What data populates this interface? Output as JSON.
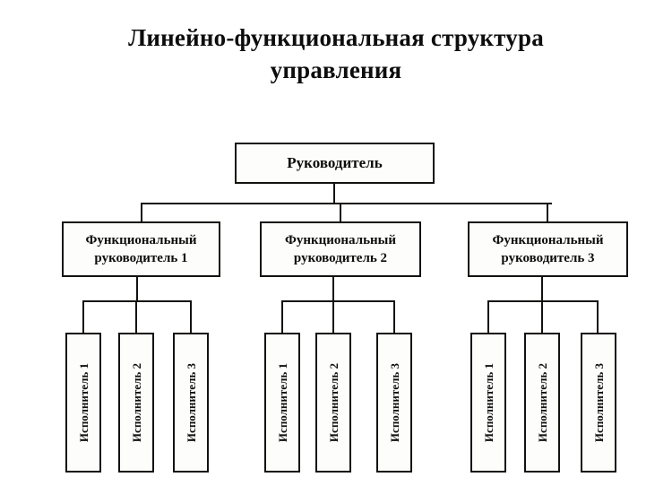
{
  "title": "Линейно-функциональная структура управления",
  "diagram": {
    "type": "organizational-hierarchy",
    "root": {
      "label": "Руководитель"
    },
    "branches": [
      {
        "manager": "Функциональный руководитель 1",
        "executors": [
          "Исполнитель 1",
          "Исполнитель 2",
          "Исполнитель 3"
        ]
      },
      {
        "manager": "Функциональный руководитель 2",
        "executors": [
          "Исполнитель 1",
          "Исполнитель 2",
          "Исполнитель 3"
        ]
      },
      {
        "manager": "Функциональный руководитель 3",
        "executors": [
          "Исполнитель 1",
          "Исполнитель 2",
          "Исполнитель 3"
        ]
      }
    ]
  },
  "colors": {
    "background": "#ffffff",
    "box_fill": "#fdfdfb",
    "stroke": "#14120f",
    "text": "#0d0d0d"
  }
}
